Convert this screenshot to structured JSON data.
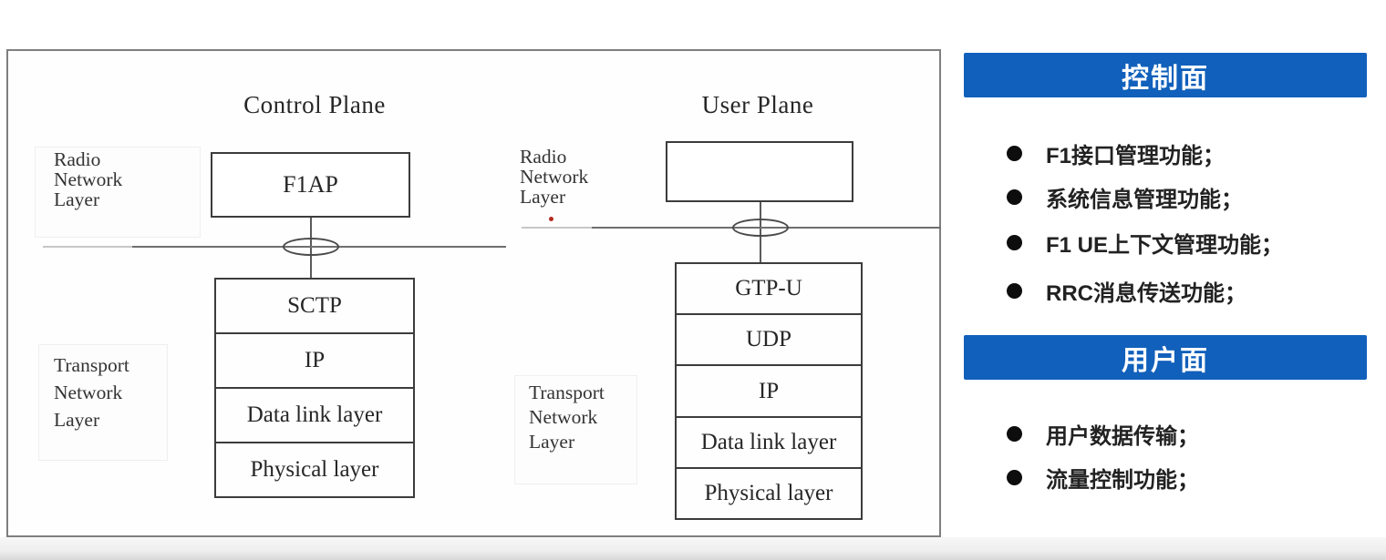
{
  "diagram": {
    "control_plane": {
      "title": "Control Plane",
      "radio_label": "Radio\nNetwork\nLayer",
      "top_box": "F1AP",
      "transport_label": "Transport\nNetwork\nLayer",
      "stack": [
        "SCTP",
        "IP",
        "Data link layer",
        "Physical layer"
      ]
    },
    "user_plane": {
      "title": "User Plane",
      "radio_label": "Radio\nNetwork\nLayer",
      "top_box": "",
      "transport_label": "Transport\nNetwork\nLayer",
      "stack": [
        "GTP-U",
        "UDP",
        "IP",
        "Data link layer",
        "Physical layer"
      ]
    }
  },
  "panel": {
    "accent_color": "#1160bb",
    "control_section": {
      "header": "控制面",
      "items": [
        "F1接口管理功能；",
        "系统信息管理功能；",
        "F1 UE上下文管理功能；",
        "RRC消息传送功能；"
      ]
    },
    "user_section": {
      "header": "用户面",
      "items": [
        "用户数据传输；",
        "流量控制功能；"
      ]
    }
  }
}
